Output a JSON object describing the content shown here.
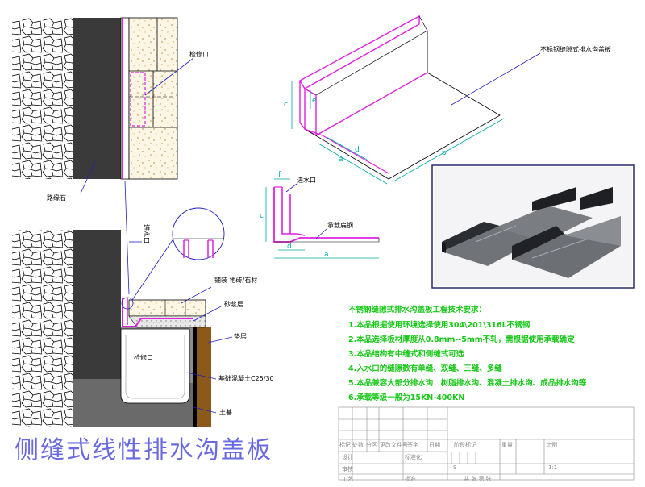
{
  "labels": {
    "inspection_port_top": "检修口",
    "curb_stone": "路缘石",
    "water_inlet_left": "进水口",
    "paving": "铺装 地砖/石材",
    "mortar_layer": "砂浆层",
    "cushion_layer": "垫层",
    "inspection_port_bottom": "检修口",
    "base_concrete": "基础混凝土C25/30",
    "soil": "土基",
    "product_name_3d": "不锈钢缝隙式排水沟盖板",
    "water_inlet_section": "进水口",
    "load_steel": "承载扁钢"
  },
  "dimensions": {
    "a": "a",
    "b": "b",
    "c": "c",
    "d": "d",
    "e": "e",
    "f": "f"
  },
  "requirements": {
    "heading": "不锈钢缝隙式排水沟盖板工程技术要求：",
    "items": [
      "1.本品根据使用环境选择使用304\\201\\316L不锈钢",
      "2.本品选择板材厚度从0.8mm--5mm不轧，需根据使用承载确定",
      "3.本品结构有中缝式和侧缝式可选",
      "4.入水口的缝隙数有单缝、双缝、三缝、多缝",
      "5.本品兼容大部分排水沟：树脂排水沟、混凝土排水沟、成品排水沟等",
      "6.承载等级一般为15KN-400KN"
    ]
  },
  "title_block": {
    "row1": [
      "标记",
      "处数",
      "分区",
      "更改文件号",
      "签字",
      "日期"
    ],
    "stage_mark": "阶段标记",
    "weight": "重量",
    "scale": "比例",
    "scale_value": "1:1",
    "stage_s": "S",
    "design": "设计",
    "standard": "标准化",
    "review": "审核",
    "craft": "工艺",
    "approve": "批准",
    "sheets": "共  张  第  张"
  },
  "main_title": "侧缝式线性排水沟盖板",
  "colors": {
    "magenta": "#e020e0",
    "cyan": "#00a8a8",
    "green": "#17c717",
    "blue_leader": "#2020c0",
    "title_blue": "#6a6ae0",
    "dark_fill": "#333333",
    "brown": "#8b5a1a"
  }
}
